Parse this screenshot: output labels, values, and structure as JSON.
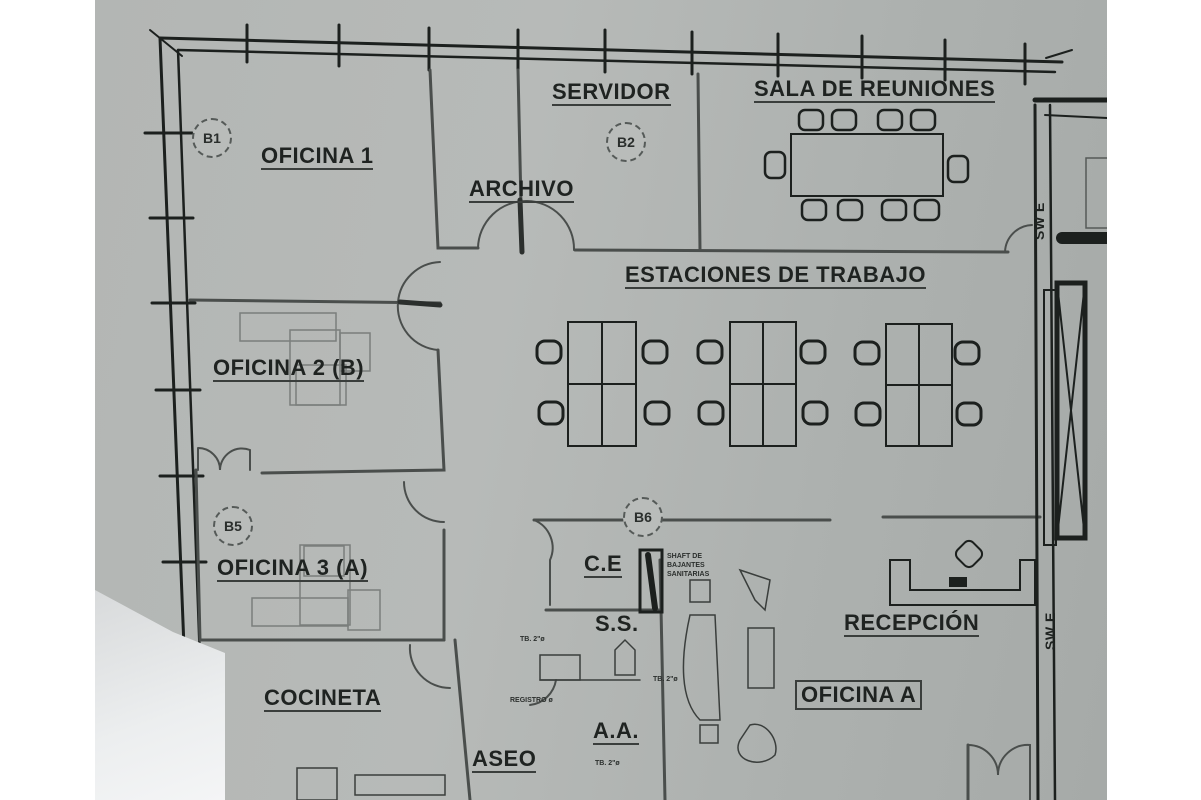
{
  "plan": {
    "title": "Floor plan (photo of printed architectural drawing)",
    "colors": {
      "paper": "#b5b8b6",
      "ink": "#1f2321",
      "background": "#ffffff"
    },
    "rooms": [
      {
        "id": "oficina-1",
        "label": "OFICINA 1"
      },
      {
        "id": "archivo",
        "label": "ARCHIVO"
      },
      {
        "id": "servidor",
        "label": "SERVIDOR"
      },
      {
        "id": "sala-reuniones",
        "label": "SALA DE REUNIONES"
      },
      {
        "id": "estaciones",
        "label": "ESTACIONES DE TRABAJO"
      },
      {
        "id": "oficina-2",
        "label": "OFICINA 2 (B)"
      },
      {
        "id": "oficina-3",
        "label": "OFICINA 3 (A)"
      },
      {
        "id": "cocineta",
        "label": "COCINETA"
      },
      {
        "id": "ce",
        "label": "C.E"
      },
      {
        "id": "ss",
        "label": "S.S."
      },
      {
        "id": "aa",
        "label": "A.A."
      },
      {
        "id": "aseo",
        "label": "ASEO"
      },
      {
        "id": "recepcion",
        "label": "RECEPCIÓN"
      },
      {
        "id": "oficina-a",
        "label": "OFICINA A"
      }
    ],
    "badges": [
      {
        "id": "b1",
        "label": "B1"
      },
      {
        "id": "b2",
        "label": "B2"
      },
      {
        "id": "b5",
        "label": "B5"
      },
      {
        "id": "b6",
        "label": "B6"
      }
    ],
    "vertical_labels": [
      {
        "id": "swe-top",
        "label": "SW E"
      },
      {
        "id": "swe-bottom",
        "label": "SW E"
      }
    ],
    "small_notes": [
      {
        "id": "shaft",
        "label": "SHAFT DE BAJANTES SANITARIAS"
      },
      {
        "id": "note-1",
        "label": "TB. 2\"ø"
      },
      {
        "id": "note-2",
        "label": "TB. 2\"ø"
      },
      {
        "id": "note-3",
        "label": "TB. 2\"ø"
      },
      {
        "id": "note-4",
        "label": "REGISTRO ø"
      }
    ],
    "furniture": {
      "meeting_table_chairs": 10,
      "workstation_clusters": 3,
      "desks_per_cluster": 4,
      "chairs_per_cluster": 4
    }
  }
}
